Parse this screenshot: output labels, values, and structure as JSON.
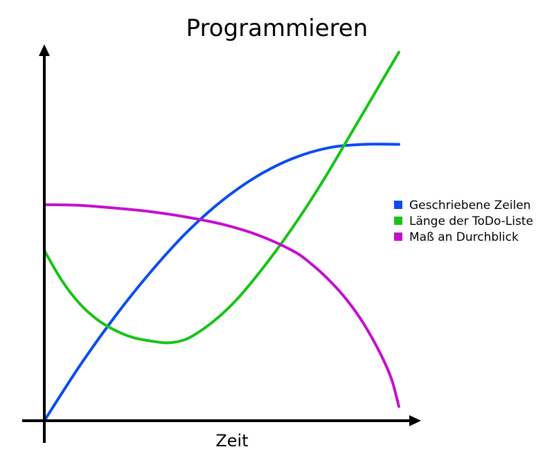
{
  "chart_data": {
    "type": "line",
    "title": "Programmieren",
    "xlabel": "Zeit",
    "ylabel": "",
    "xlim": [
      0,
      10
    ],
    "ylim": [
      0,
      10
    ],
    "grid": false,
    "axis_ticks": false,
    "legend_position": "right",
    "series": [
      {
        "name": "Geschriebene Zeilen",
        "color": "#0a4cf0",
        "points": [
          [
            0,
            0
          ],
          [
            1,
            1.55
          ],
          [
            2,
            2.95
          ],
          [
            3,
            4.2
          ],
          [
            4,
            5.3
          ],
          [
            5,
            6.2
          ],
          [
            6,
            6.9
          ],
          [
            7,
            7.4
          ],
          [
            8,
            7.7
          ],
          [
            9,
            7.8
          ],
          [
            10,
            7.8
          ]
        ]
      },
      {
        "name": "Länge der ToDo-Liste",
        "color": "#16c416",
        "points": [
          [
            0,
            4.8
          ],
          [
            0.5,
            3.95
          ],
          [
            1,
            3.3
          ],
          [
            1.5,
            2.85
          ],
          [
            2,
            2.55
          ],
          [
            2.5,
            2.35
          ],
          [
            3,
            2.25
          ],
          [
            3.5,
            2.2
          ],
          [
            4,
            2.3
          ],
          [
            4.5,
            2.6
          ],
          [
            5,
            3.0
          ],
          [
            5.5,
            3.5
          ],
          [
            6,
            4.1
          ],
          [
            6.5,
            4.75
          ],
          [
            7,
            5.45
          ],
          [
            7.5,
            6.2
          ],
          [
            8,
            7.0
          ],
          [
            8.5,
            7.85
          ],
          [
            9,
            8.7
          ],
          [
            9.5,
            9.55
          ],
          [
            10,
            10.4
          ]
        ]
      },
      {
        "name": "Maß an Durchblick",
        "color": "#c40fd0",
        "points": [
          [
            0,
            6.1
          ],
          [
            1,
            6.08
          ],
          [
            2,
            6.0
          ],
          [
            3,
            5.9
          ],
          [
            4,
            5.75
          ],
          [
            5,
            5.55
          ],
          [
            6,
            5.25
          ],
          [
            7,
            4.8
          ],
          [
            7.5,
            4.45
          ],
          [
            8,
            4.0
          ],
          [
            8.5,
            3.45
          ],
          [
            9,
            2.75
          ],
          [
            9.5,
            1.85
          ],
          [
            9.8,
            1.15
          ],
          [
            10,
            0.4
          ]
        ]
      }
    ]
  }
}
